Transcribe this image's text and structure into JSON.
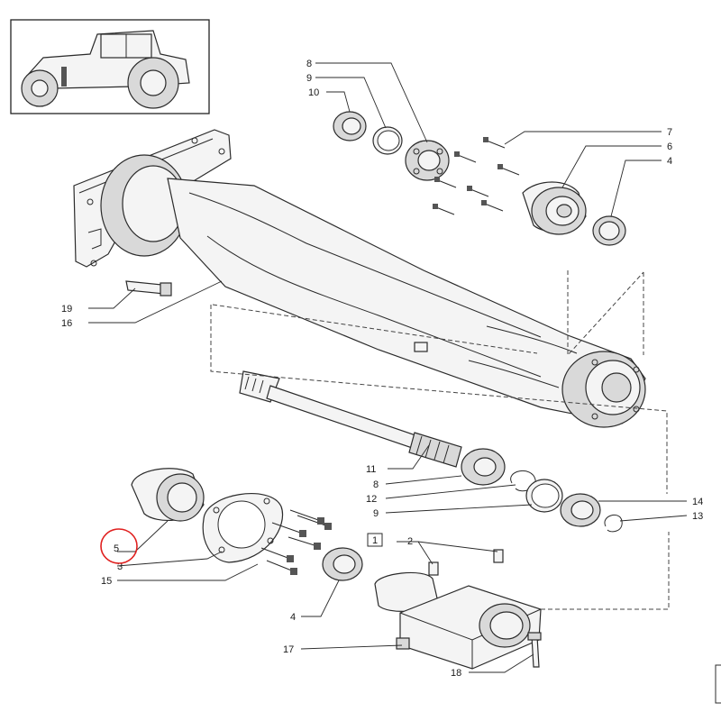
{
  "callouts": {
    "c8a": "8",
    "c9a": "9",
    "c10": "10",
    "c7": "7",
    "c6": "6",
    "c4a": "4",
    "c19": "19",
    "c16": "16",
    "c11": "11",
    "c8b": "8",
    "c12": "12",
    "c9b": "9",
    "c14": "14",
    "c13": "13",
    "c5": "5",
    "c3": "3",
    "c15": "15",
    "c1": "1",
    "c2": "2",
    "c4b": "4",
    "c17": "17",
    "c18": "18"
  },
  "highlight_color": "#e0201f"
}
